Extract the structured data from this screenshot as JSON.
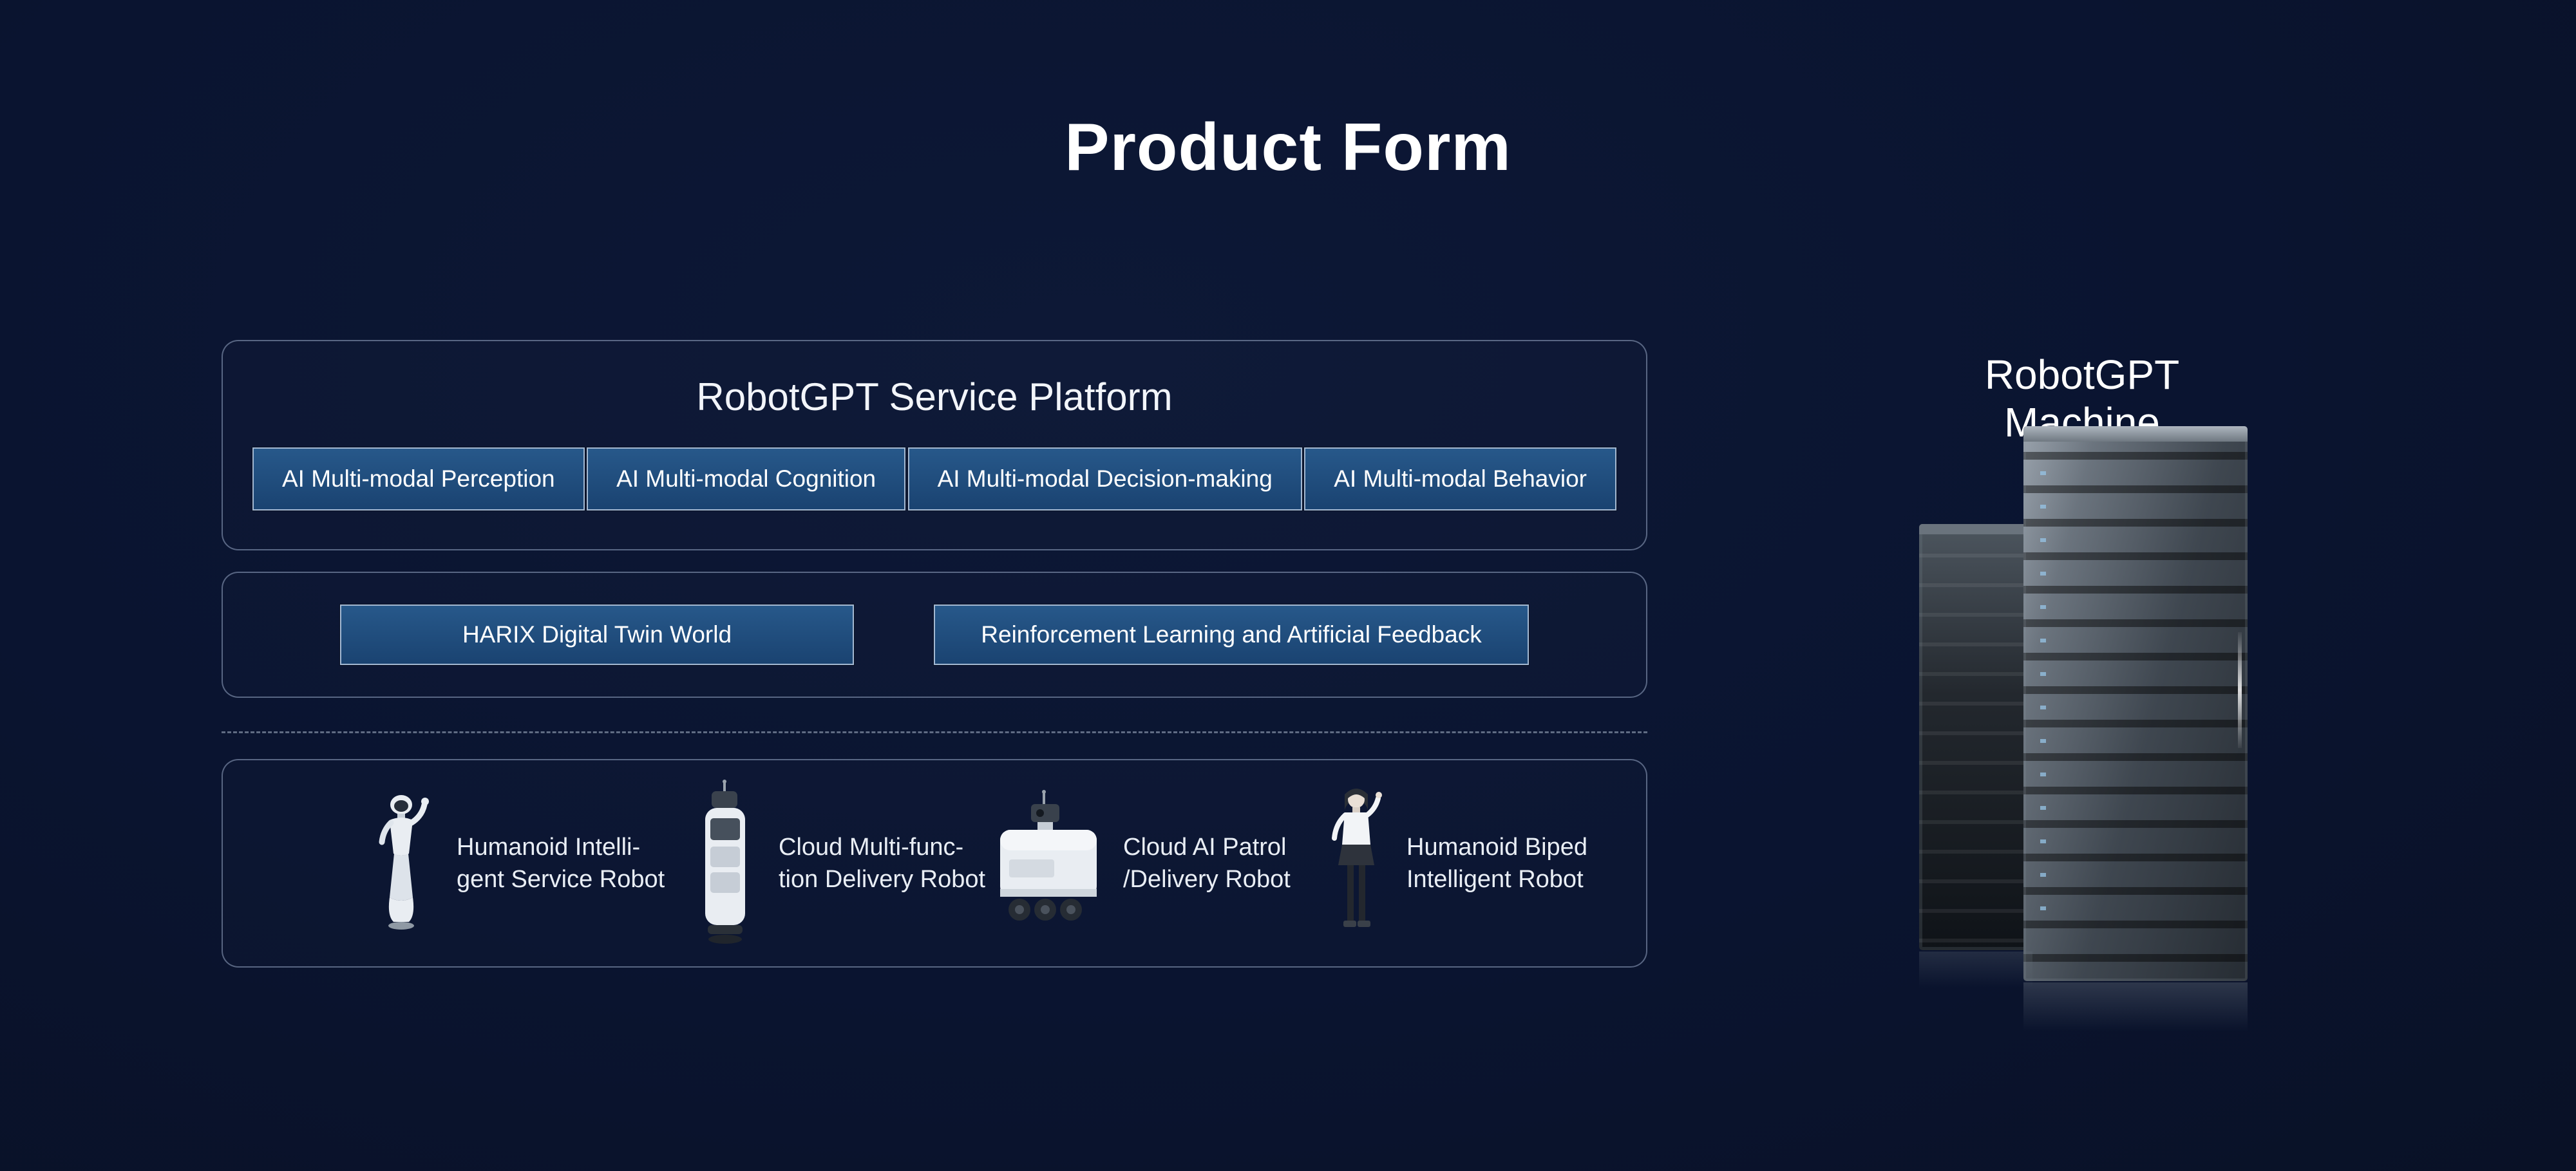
{
  "page": {
    "title": "Product Form"
  },
  "theme": {
    "background": "#0a1430",
    "panel_border": "#93a6c0",
    "button_fill": "#1d4e7e",
    "button_border": "#a3b8d2",
    "text": "#ffffff"
  },
  "platform": {
    "title": "RobotGPT Service Platform",
    "modules": [
      {
        "label": "AI Multi-modal Perception"
      },
      {
        "label": "AI Multi-modal Cognition"
      },
      {
        "label": "AI Multi-modal Decision-making"
      },
      {
        "label": "AI Multi-modal Behavior"
      }
    ]
  },
  "middle": {
    "items": [
      {
        "label": "HARIX Digital Twin World"
      },
      {
        "label": "Reinforcement Learning and Artificial Feedback"
      }
    ]
  },
  "robots": [
    {
      "icon": "humanoid-service-robot-icon",
      "line1": "Humanoid Intelli-",
      "line2": "gent Service Robot"
    },
    {
      "icon": "cloud-delivery-robot-icon",
      "line1": "Cloud Multi-func-",
      "line2": "tion Delivery Robot"
    },
    {
      "icon": "cloud-patrol-robot-icon",
      "line1": "Cloud AI Patrol",
      "line2": "/Delivery Robot"
    },
    {
      "icon": "humanoid-biped-robot-icon",
      "line1": "Humanoid Biped",
      "line2": "Intelligent Robot"
    }
  ],
  "machine": {
    "title": "RobotGPT Machine"
  }
}
